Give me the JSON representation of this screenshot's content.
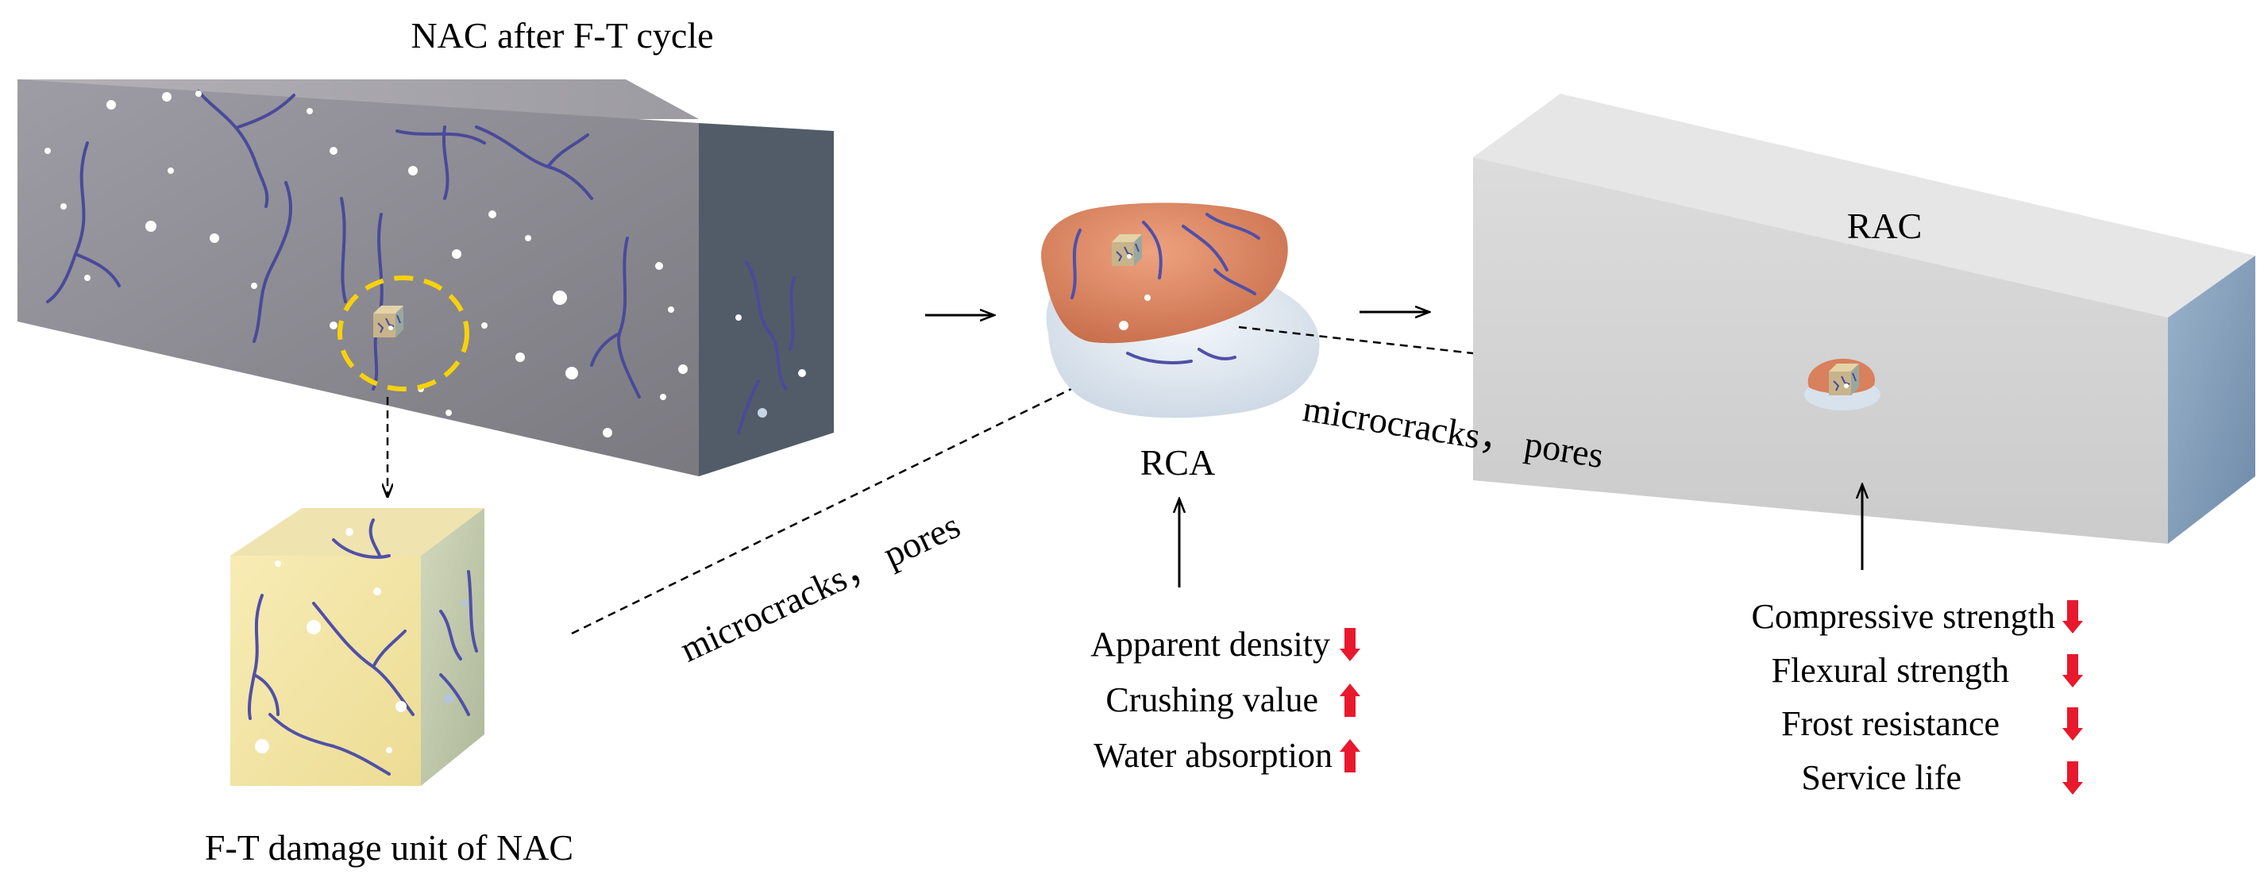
{
  "labels": {
    "nac_title": "NAC after F-T cycle",
    "unit_title": "F-T damage unit of NAC",
    "rca_title": "RCA",
    "rac_title": "RAC",
    "microcracks_left": "microcracks， pores",
    "microcracks_right": "microcracks， pores"
  },
  "rca_properties": [
    {
      "label": "Apparent density",
      "trend": "down"
    },
    {
      "label": "Crushing value",
      "trend": "up"
    },
    {
      "label": "Water absorption",
      "trend": "up"
    }
  ],
  "rac_properties": [
    {
      "label": "Compressive strength",
      "trend": "down"
    },
    {
      "label": "Flexural strength",
      "trend": "down"
    },
    {
      "label": "Frost resistance",
      "trend": "down"
    },
    {
      "label": "Service life",
      "trend": "down"
    }
  ],
  "colors": {
    "nac_front": "#8a8890",
    "nac_top": "#a4a2aa",
    "nac_side": "#4f5a66",
    "crack": "#4a4a9a",
    "unit_front": "#f3e6a6",
    "unit_side": "#c3cbb0",
    "rca_cap": "#d9805c",
    "rca_base": "#dfe7ef",
    "rac_front": "#d4d4d4",
    "rac_top": "#e5e5e5",
    "rac_side": "#7e9bb8",
    "highlight": "#f7d20b",
    "trend_arrow": "#e8192c"
  }
}
